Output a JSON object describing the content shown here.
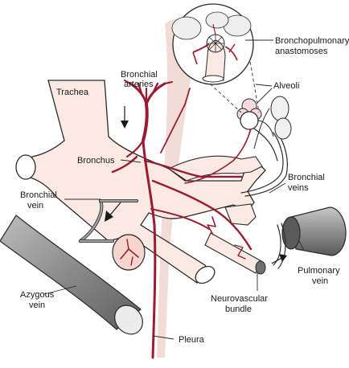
{
  "labels": {
    "trachea": "Trachea",
    "bronchial_arteries_l1": "Bronchial",
    "bronchial_arteries_l2": "arteries",
    "bronchopulmonary_l1": "Bronchopulmonary",
    "bronchopulmonary_l2": "anastomoses",
    "alveoli": "Alveoli",
    "bronchus": "Bronchus",
    "bronchial_veins_l1": "Bronchial",
    "bronchial_veins_l2": "veins",
    "bronchial_vein_l1": "Bronchial",
    "bronchial_vein_l2": "vein",
    "azygous_l1": "Azygous",
    "azygous_l2": "vein",
    "pulmonary_l1": "Pulmonary",
    "pulmonary_l2": "vein",
    "neurovascular_l1": "Neurovascular",
    "neurovascular_l2": "bundle",
    "pleura": "Pleura"
  },
  "colors": {
    "artery": "#9b1b30",
    "airway_fill": "#fbe9e3",
    "outline": "#2a2a2a",
    "vein_fill": "#9c9c9c",
    "vein_dark": "#6f6f6f",
    "alveoli_fill": "#f1f1f1"
  },
  "icons": [
    "down-arrow-icon",
    "right-arrow-icon",
    "left-arrow-icon"
  ]
}
